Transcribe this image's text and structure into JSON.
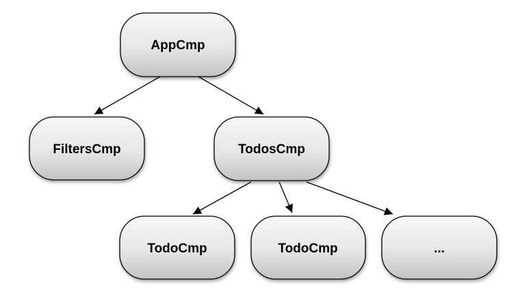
{
  "nodes": {
    "app": {
      "label": "AppCmp"
    },
    "filters": {
      "label": "FiltersCmp"
    },
    "todos": {
      "label": "TodosCmp"
    },
    "todo1": {
      "label": "TodoCmp"
    },
    "todo2": {
      "label": "TodoCmp"
    },
    "more": {
      "label": "..."
    }
  },
  "edges": [
    {
      "from": "app",
      "to": "filters"
    },
    {
      "from": "app",
      "to": "todos"
    },
    {
      "from": "todos",
      "to": "todo1"
    },
    {
      "from": "todos",
      "to": "todo2"
    },
    {
      "from": "todos",
      "to": "more"
    }
  ]
}
